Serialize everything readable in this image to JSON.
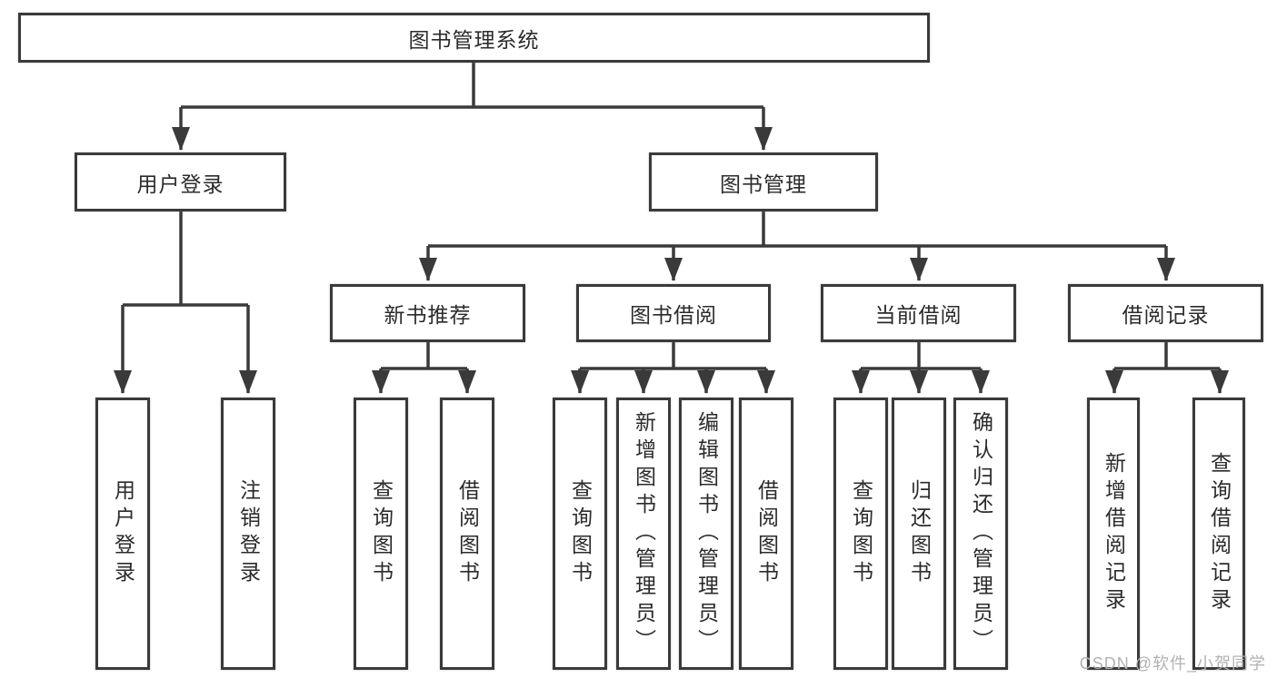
{
  "tree": {
    "label": "图书管理系统",
    "children": [
      {
        "label": "用户登录",
        "children": [
          {
            "label": "用户登录"
          },
          {
            "label": "注销登录"
          }
        ]
      },
      {
        "label": "图书管理",
        "children": [
          {
            "label": "新书推荐",
            "children": [
              {
                "label": "查询图书"
              },
              {
                "label": "借阅图书"
              }
            ]
          },
          {
            "label": "图书借阅",
            "children": [
              {
                "label": "查询图书"
              },
              {
                "label": "新增图书（管理员）"
              },
              {
                "label": "编辑图书（管理员）"
              },
              {
                "label": "借阅图书"
              }
            ]
          },
          {
            "label": "当前借阅",
            "children": [
              {
                "label": "查询图书"
              },
              {
                "label": "归还图书"
              },
              {
                "label": "确认归还（管理员）"
              }
            ]
          },
          {
            "label": "借阅记录",
            "children": [
              {
                "label": "新增借阅记录"
              },
              {
                "label": "查询借阅记录"
              }
            ]
          }
        ]
      }
    ]
  },
  "watermark": {
    "text": "CSDN @软件_小贺同学"
  },
  "colors": {
    "line": "#3a3a3a",
    "box_border": "#3a3a3a",
    "text": "#2b2b2b",
    "watermark": "#b4b1b4",
    "background": "#ffffff"
  }
}
